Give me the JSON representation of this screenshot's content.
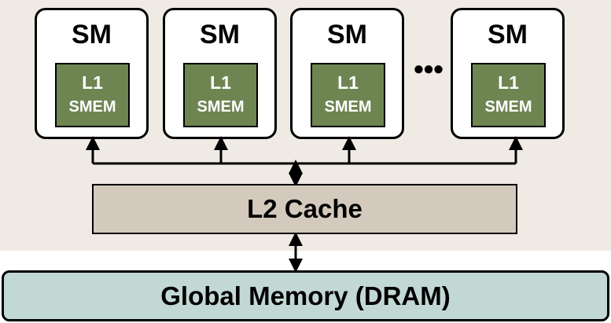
{
  "sms": [
    {
      "title": "SM",
      "cache_line1": "L1",
      "cache_line2": "SMEM"
    },
    {
      "title": "SM",
      "cache_line1": "L1",
      "cache_line2": "SMEM"
    },
    {
      "title": "SM",
      "cache_line1": "L1",
      "cache_line2": "SMEM"
    },
    {
      "title": "SM",
      "cache_line1": "L1",
      "cache_line2": "SMEM"
    }
  ],
  "ellipsis": "•••",
  "l2": {
    "label": "L2 Cache"
  },
  "global_memory": {
    "label": "Global Memory (DRAM)"
  },
  "colors": {
    "chip_background": "#efebe4",
    "l1_fill": "#6e8552",
    "l2_fill": "#d3c9bd",
    "global_memory_fill": "#c2d8d4"
  }
}
